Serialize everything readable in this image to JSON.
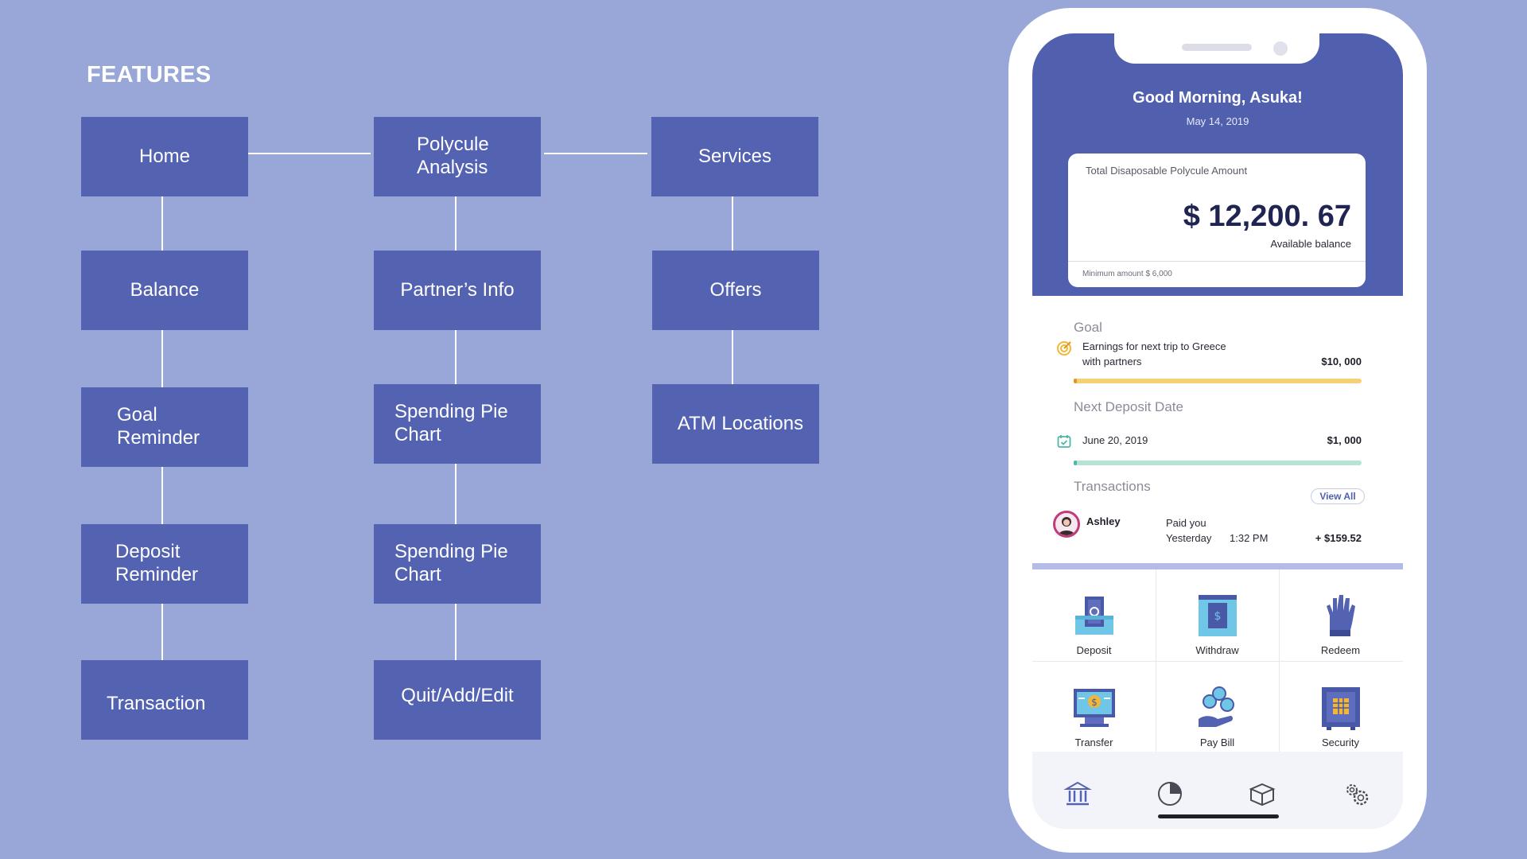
{
  "heading": "FEATURES",
  "features": {
    "home": "Home",
    "polycule_analysis": "Polycule\nAnalysis",
    "services": "Services",
    "balance": "Balance",
    "partners_info": "Partner’s Info",
    "offers": "Offers",
    "goal_reminder": "Goal\nReminder",
    "spending_pie_chart_1": "Spending Pie\nChart",
    "atm_locations": "ATM Locations",
    "deposit_reminder": "Deposit\nReminder",
    "spending_pie_chart_2": "Spending Pie\nChart",
    "transaction": "Transaction",
    "quit_add_edit": "Quit/Add/Edit"
  },
  "phone": {
    "greeting": "Good Morning, Asuka!",
    "date": "May 14, 2019",
    "card": {
      "label": "Total Disaposable Polycule Amount",
      "amount": "$ 12,200. 67",
      "available": "Available balance",
      "minimum": "Minimum amount $ 6,000"
    },
    "goal": {
      "title": "Goal",
      "description_line1": "Earnings for next trip to Greece",
      "description_line2": "with partners",
      "amount": "$10, 000",
      "color": "#f5d076"
    },
    "deposit": {
      "title": "Next Deposit Date",
      "date": "June 20, 2019",
      "amount": "$1, 000",
      "color": "#b7e3d6"
    },
    "transactions": {
      "title": "Transactions",
      "view_all": "View All",
      "name": "Ashley",
      "status": "Paid you",
      "day": "Yesterday",
      "time": "1:32 PM",
      "amount": "+ $159.52"
    },
    "actions": [
      "Deposit",
      "Withdraw",
      "Redeem",
      "Transfer",
      "Pay Bill",
      "Security"
    ],
    "nav_icons": [
      "bank-icon",
      "pie-chart-icon",
      "box-icon",
      "settings-icon"
    ]
  }
}
